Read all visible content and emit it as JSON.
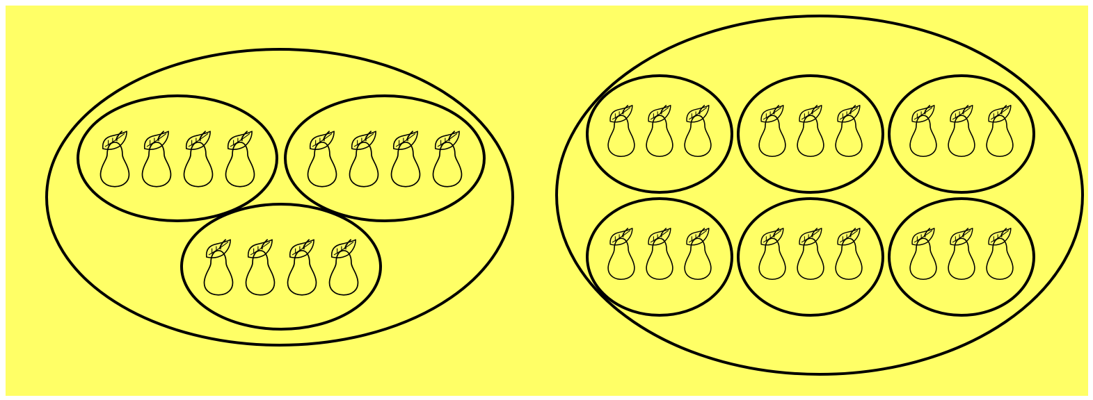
{
  "colors": {
    "background": "#ffff66",
    "outline": "#000000"
  },
  "icon": "pear-icon",
  "diagrams": [
    {
      "group_count": 3,
      "items_per_group": 4
    },
    {
      "group_count": 6,
      "items_per_group": 3
    }
  ]
}
